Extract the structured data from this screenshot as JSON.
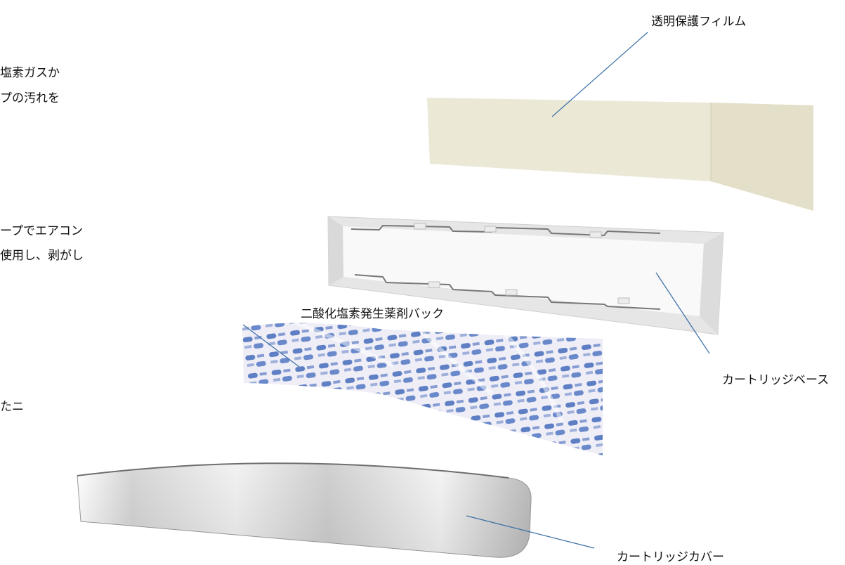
{
  "labels": {
    "film": "透明保護フィルム",
    "base": "カートリッジベース",
    "pack": "二酸化塩素発生薬剤バック",
    "cover": "カートリッジカバー"
  },
  "partial_text": {
    "line1": "塩素ガスか",
    "line2": "プの汚れを",
    "line3": "ープでエアコン",
    "line4": "使用し、剥がし",
    "line5": "たニ"
  },
  "colors": {
    "leader": "#3a6fa6",
    "film": "#ebe8d6",
    "base": "#e4e4e4",
    "pack_bg": "#e9e8f5",
    "pack_print": "#3b63b8"
  }
}
